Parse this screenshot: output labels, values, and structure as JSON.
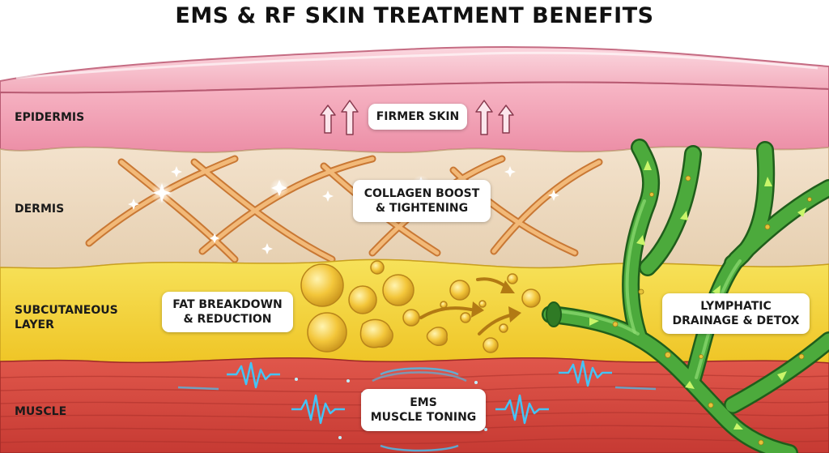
{
  "title": "EMS & RF SKIN TREATMENT BENEFITS",
  "layers": {
    "epidermis": "EPIDERMIS",
    "dermis": "DERMIS",
    "subcutaneous_line1": "SUBCUTANEOUS",
    "subcutaneous_line2": "LAYER",
    "muscle": "MUSCLE"
  },
  "callouts": {
    "firmer_skin": "FIRMER SKIN",
    "collagen_line1": "COLLAGEN BOOST",
    "collagen_line2": "& TIGHTENING",
    "fat_line1": "FAT BREAKDOWN",
    "fat_line2": "& REDUCTION",
    "lymph_line1": "LYMPHATIC",
    "lymph_line2": "DRAINAGE & DETOX",
    "ems_line1": "EMS",
    "ems_line2": "MUSCLE TONING"
  },
  "colors": {
    "epidermis": "#f2a0b4",
    "dermis": "#eed9bf",
    "fat": "#f5d63c",
    "muscle": "#d8473e",
    "collagen": "#e9a25a",
    "lymph": "#3f9a32",
    "ems_pulse": "#3ab8ee"
  }
}
